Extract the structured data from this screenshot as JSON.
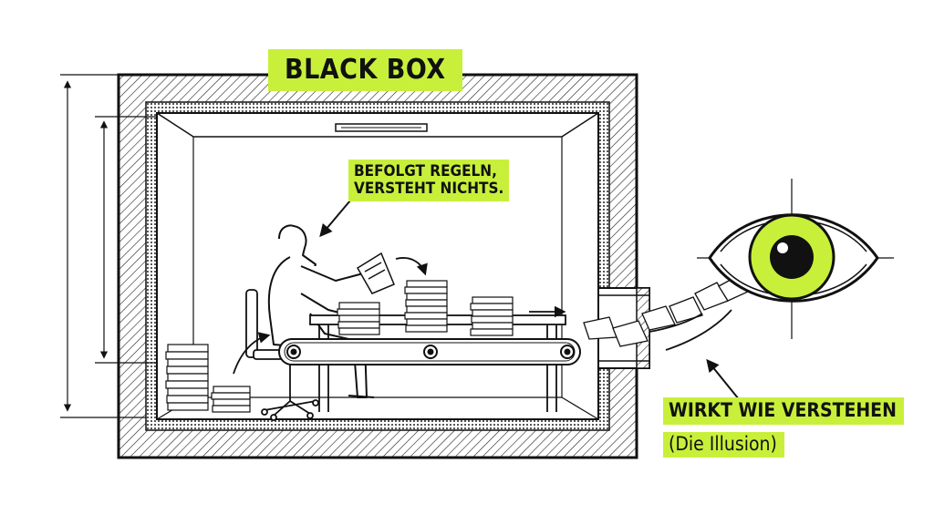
{
  "title": "BLACK BOX",
  "annotations": {
    "rules_line1": "BEFOLGT REGELN,",
    "rules_line2": "VERSTEHT NICHTS.",
    "effect": "WIRKT WIE VERSTEHEN",
    "illusion": "(Die Illusion)"
  },
  "colors": {
    "accent": "#c8f03a",
    "ink": "#111111",
    "paper": "#ffffff"
  }
}
